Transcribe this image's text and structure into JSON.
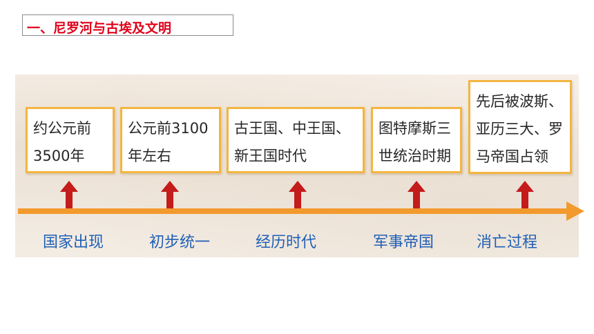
{
  "title": "一、尼罗河与古埃及文明",
  "stages": [
    {
      "lines": [
        "约公元前",
        "3500年"
      ],
      "label": "国家出现"
    },
    {
      "lines": [
        "公元前3100",
        "年左右"
      ],
      "label": "初步统一"
    },
    {
      "lines": [
        "古王国、中王国、",
        "新王国时代"
      ],
      "label": "经历时代"
    },
    {
      "lines": [
        "图特摩斯三",
        "世统治时期"
      ],
      "label": "军事帝国"
    },
    {
      "lines": [
        "先后被波斯、",
        "亚历三大、罗",
        "马帝国占领"
      ],
      "label": "消亡过程"
    }
  ],
  "colors": {
    "title": "#e0001a",
    "box_border": "#f4b540",
    "arrow": "#c41b1b",
    "timeline": "#f29a2e",
    "label": "#1f5fb6"
  }
}
